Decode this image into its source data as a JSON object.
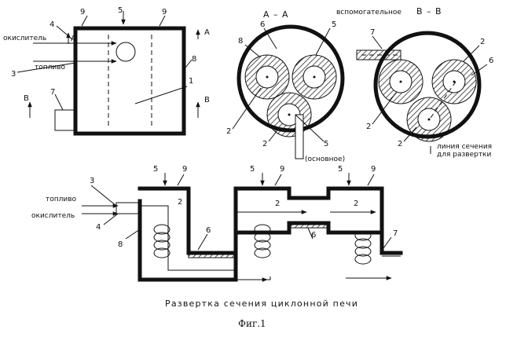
{
  "section_aa": {
    "title": "А – А"
  },
  "section_bb": {
    "prefix": "вспомогательное",
    "title": "В – В"
  },
  "labels": {
    "oxidizer_top": "окислитель",
    "fuel_top": "топливо",
    "fuel_bottom": "топливо",
    "oxidizer_bottom": "окислитель",
    "main_note": "(основное)",
    "cut_line_1": "линия сечения",
    "cut_line_2": "для развертки"
  },
  "markers": {
    "A_left": "А",
    "A_right": "А",
    "B_left": "В",
    "B_right": "В"
  },
  "numbers": {
    "n1": "1",
    "n2": "2",
    "n3": "3",
    "n4": "4",
    "n5": "5",
    "n6": "6",
    "n7": "7",
    "n8": "8",
    "n9": "9"
  },
  "caption": "Развертка сечения циклонной печи",
  "figure_label": "Фиг.1"
}
